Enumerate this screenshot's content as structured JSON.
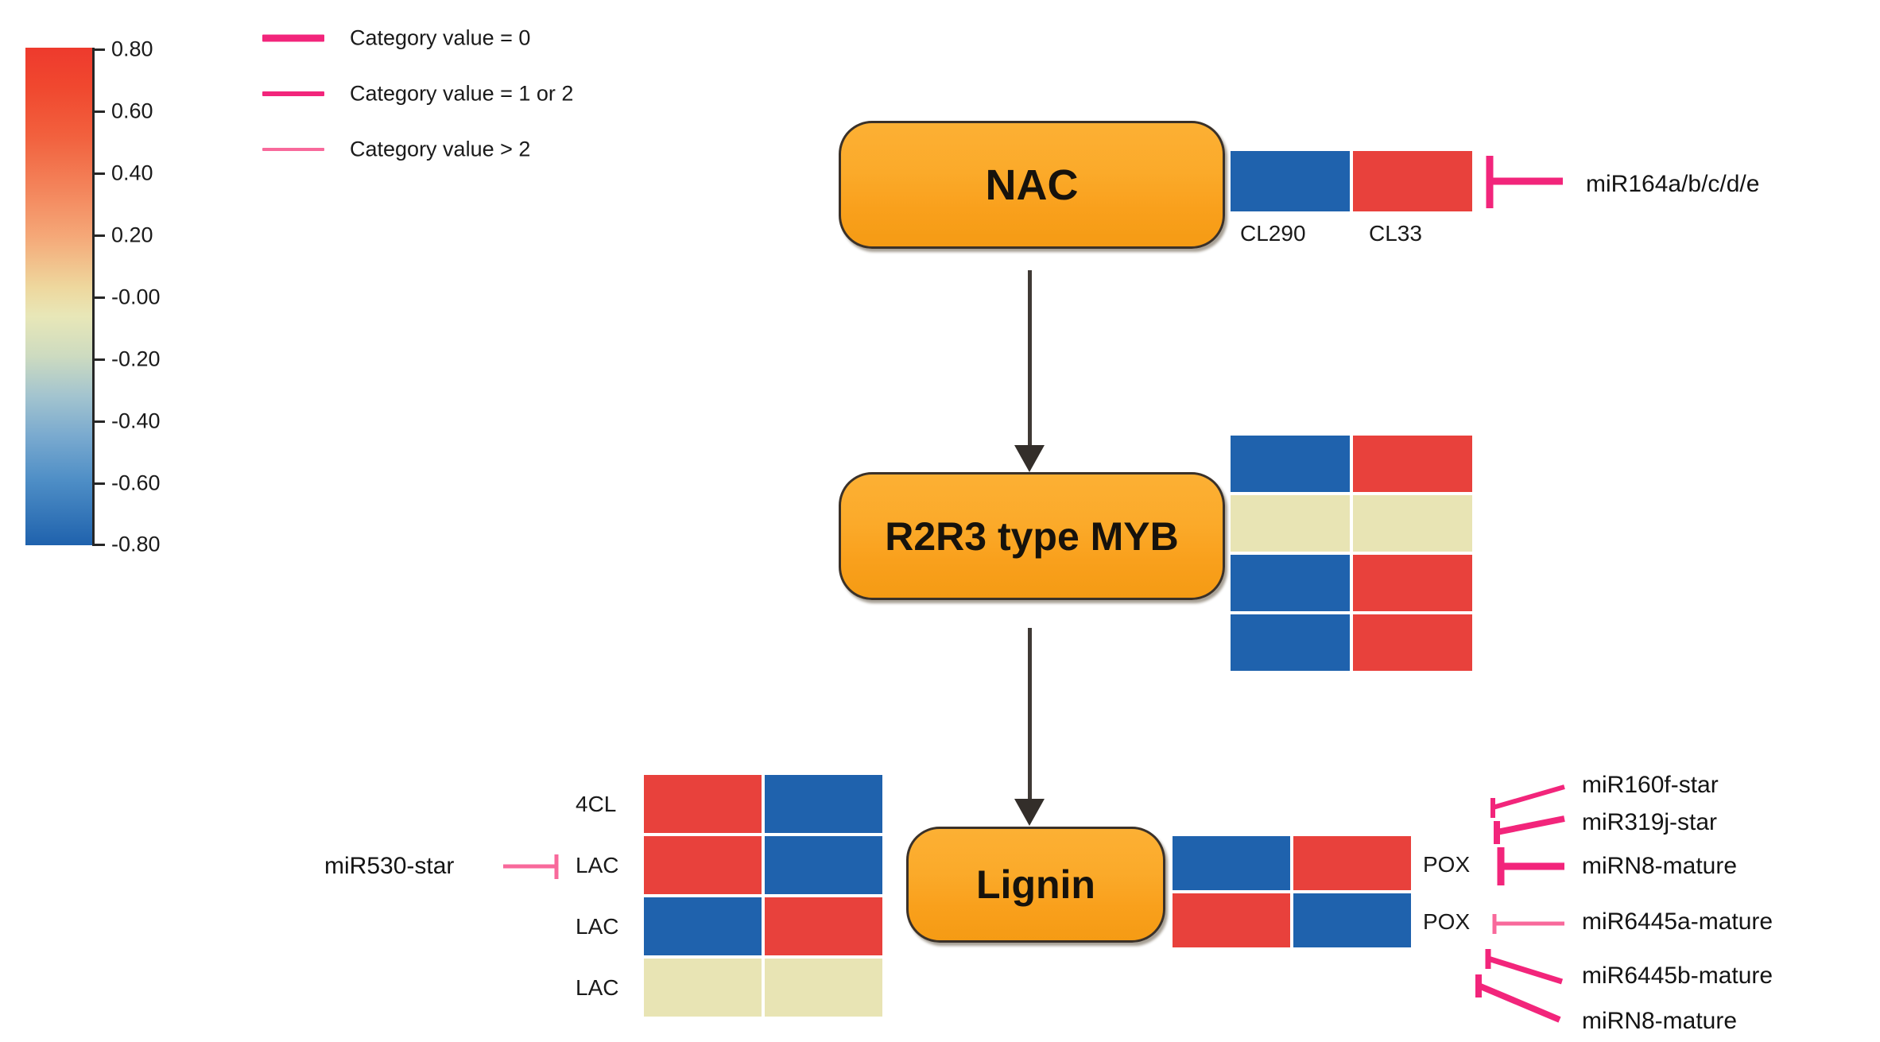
{
  "colorbar": {
    "name": "correlation-colour-scale",
    "min": -0.8,
    "max": 0.8,
    "ticks": [
      "0.80",
      "0.60",
      "0.40",
      "0.20",
      "-0.00",
      "-0.20",
      "-0.40",
      "-0.60",
      "-0.80"
    ],
    "tick_values": [
      0.8,
      0.6,
      0.4,
      0.2,
      -0.0,
      -0.2,
      -0.4,
      -0.6,
      -0.8
    ],
    "high_color": "#ee3a2d",
    "mid_color": "#e8e4b4",
    "low_color": "#1f62ad"
  },
  "legend": {
    "items": [
      {
        "label": "Category value = 0",
        "color": "#f2257b",
        "thickness": 9
      },
      {
        "label": "Category value = 1 or 2",
        "color": "#f2257b",
        "thickness": 6
      },
      {
        "label": "Category value > 2",
        "color": "#f65f95",
        "thickness": 4
      }
    ]
  },
  "nodes": {
    "nac": {
      "label": "NAC"
    },
    "myb": {
      "label": "R2R3 type MYB"
    },
    "lignin": {
      "label": "Lignin"
    }
  },
  "chart_data": {
    "type": "heatmap",
    "title": "Lignin biosynthesis regulatory network with expression heatmaps",
    "colorscale": {
      "min": -0.8,
      "max": 0.8,
      "low": "#1f62ad",
      "mid": "#e8e4b4",
      "high": "#ee3a2d"
    },
    "panels": [
      {
        "name": "nac-heatmap",
        "columns": [
          "CL290",
          "CL33"
        ],
        "show_column_labels": true,
        "rows": [
          {
            "label": "",
            "values": [
              -0.8,
              0.8
            ],
            "colors": [
              "#1f62ad",
              "#e8413c"
            ]
          }
        ]
      },
      {
        "name": "myb-heatmap",
        "columns": [
          "",
          ""
        ],
        "show_column_labels": false,
        "rows": [
          {
            "label": "",
            "values": [
              -0.8,
              0.8
            ],
            "colors": [
              "#1f62ad",
              "#e8413c"
            ]
          },
          {
            "label": "",
            "values": [
              0.0,
              0.0
            ],
            "colors": [
              "#e8e4b4",
              "#e8e4b4"
            ]
          },
          {
            "label": "",
            "values": [
              -0.8,
              0.8
            ],
            "colors": [
              "#1f62ad",
              "#e8413c"
            ]
          },
          {
            "label": "",
            "values": [
              -0.8,
              0.8
            ],
            "colors": [
              "#1f62ad",
              "#e8413c"
            ]
          }
        ]
      },
      {
        "name": "lignin-left-heatmap",
        "columns": [
          "",
          ""
        ],
        "show_column_labels": false,
        "rows": [
          {
            "label": "4CL",
            "values": [
              0.8,
              -0.8
            ],
            "colors": [
              "#e8413c",
              "#1f62ad"
            ]
          },
          {
            "label": "LAC",
            "values": [
              0.8,
              -0.8
            ],
            "colors": [
              "#e8413c",
              "#1f62ad"
            ]
          },
          {
            "label": "LAC",
            "values": [
              -0.8,
              0.8
            ],
            "colors": [
              "#1f62ad",
              "#e8413c"
            ]
          },
          {
            "label": "LAC",
            "values": [
              0.0,
              0.0
            ],
            "colors": [
              "#e8e4b4",
              "#e8e4b4"
            ]
          }
        ]
      },
      {
        "name": "lignin-right-heatmap",
        "columns": [
          "",
          ""
        ],
        "show_column_labels": false,
        "rows": [
          {
            "label": "POX",
            "values": [
              -0.8,
              0.8
            ],
            "colors": [
              "#1f62ad",
              "#e8413c"
            ]
          },
          {
            "label": "POX",
            "values": [
              0.8,
              -0.8
            ],
            "colors": [
              "#e8413c",
              "#1f62ad"
            ]
          }
        ]
      }
    ],
    "regulators": [
      {
        "name": "miR164a/b/c/d/e",
        "target": "nac-heatmap",
        "type": "inhibition",
        "category": "0"
      },
      {
        "name": "miR530-star",
        "target": "lignin-left-heatmap",
        "type": "inhibition",
        "category": "> 2"
      },
      {
        "name": "miR160f-star",
        "target": "POX-1",
        "type": "inhibition",
        "category": "1 or 2"
      },
      {
        "name": "miR319j-star",
        "target": "POX-1",
        "type": "inhibition",
        "category": "0"
      },
      {
        "name": "miRN8-mature",
        "target": "POX-1",
        "type": "inhibition",
        "category": "0"
      },
      {
        "name": "miR6445a-mature",
        "target": "POX-2",
        "type": "inhibition",
        "category": "> 2"
      },
      {
        "name": "miR6445b-mature",
        "target": "POX-2",
        "type": "inhibition",
        "category": "1 or 2"
      },
      {
        "name": "miRN8-mature",
        "target": "POX-2",
        "type": "inhibition",
        "category": "0"
      }
    ],
    "edges": [
      {
        "from": "NAC",
        "to": "R2R3 type MYB",
        "type": "activation"
      },
      {
        "from": "R2R3 type MYB",
        "to": "Lignin",
        "type": "activation"
      }
    ]
  },
  "labels": {
    "nac_columns": [
      "CL290",
      "CL33"
    ],
    "left_rows": [
      "4CL",
      "LAC",
      "LAC",
      "LAC"
    ],
    "right_rows": [
      "POX",
      "POX"
    ],
    "mir164": "miR164a/b/c/d/e",
    "mir530": "miR530-star",
    "mir160f": "miR160f-star",
    "mir319j": "miR319j-star",
    "mirn8_top": "miRN8-mature",
    "mir6445a": "miR6445a-mature",
    "mir6445b": "miR6445b-mature",
    "mirn8_bottom": "miRN8-mature"
  }
}
